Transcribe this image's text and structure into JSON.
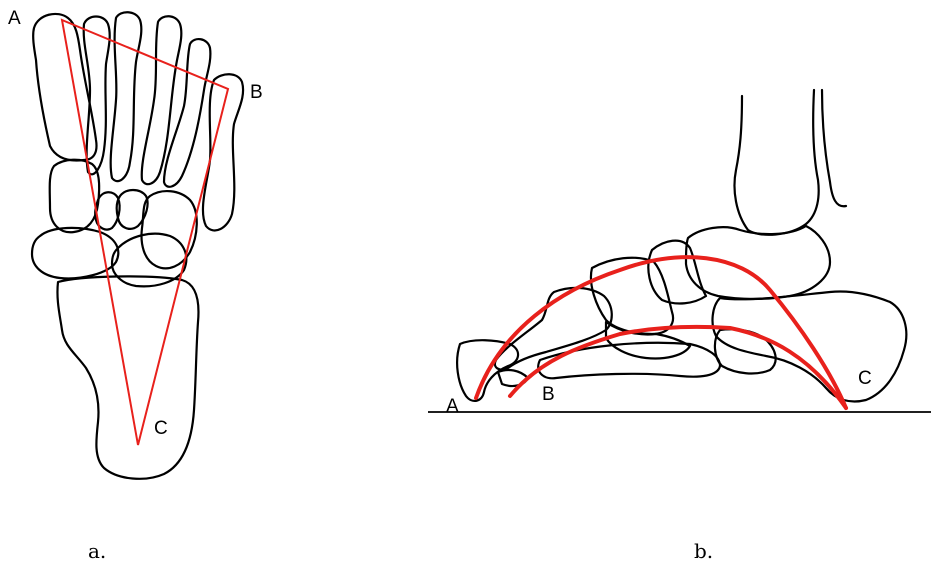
{
  "figure_a": {
    "caption": "a.",
    "points": {
      "a": "A",
      "b": "B",
      "c": "C"
    }
  },
  "figure_b": {
    "caption": "b.",
    "points": {
      "a": "A",
      "b": "B",
      "c": "C"
    }
  },
  "colors": {
    "arch_line": "#e8211c",
    "bone_outline": "#000000",
    "background": "#ffffff"
  }
}
